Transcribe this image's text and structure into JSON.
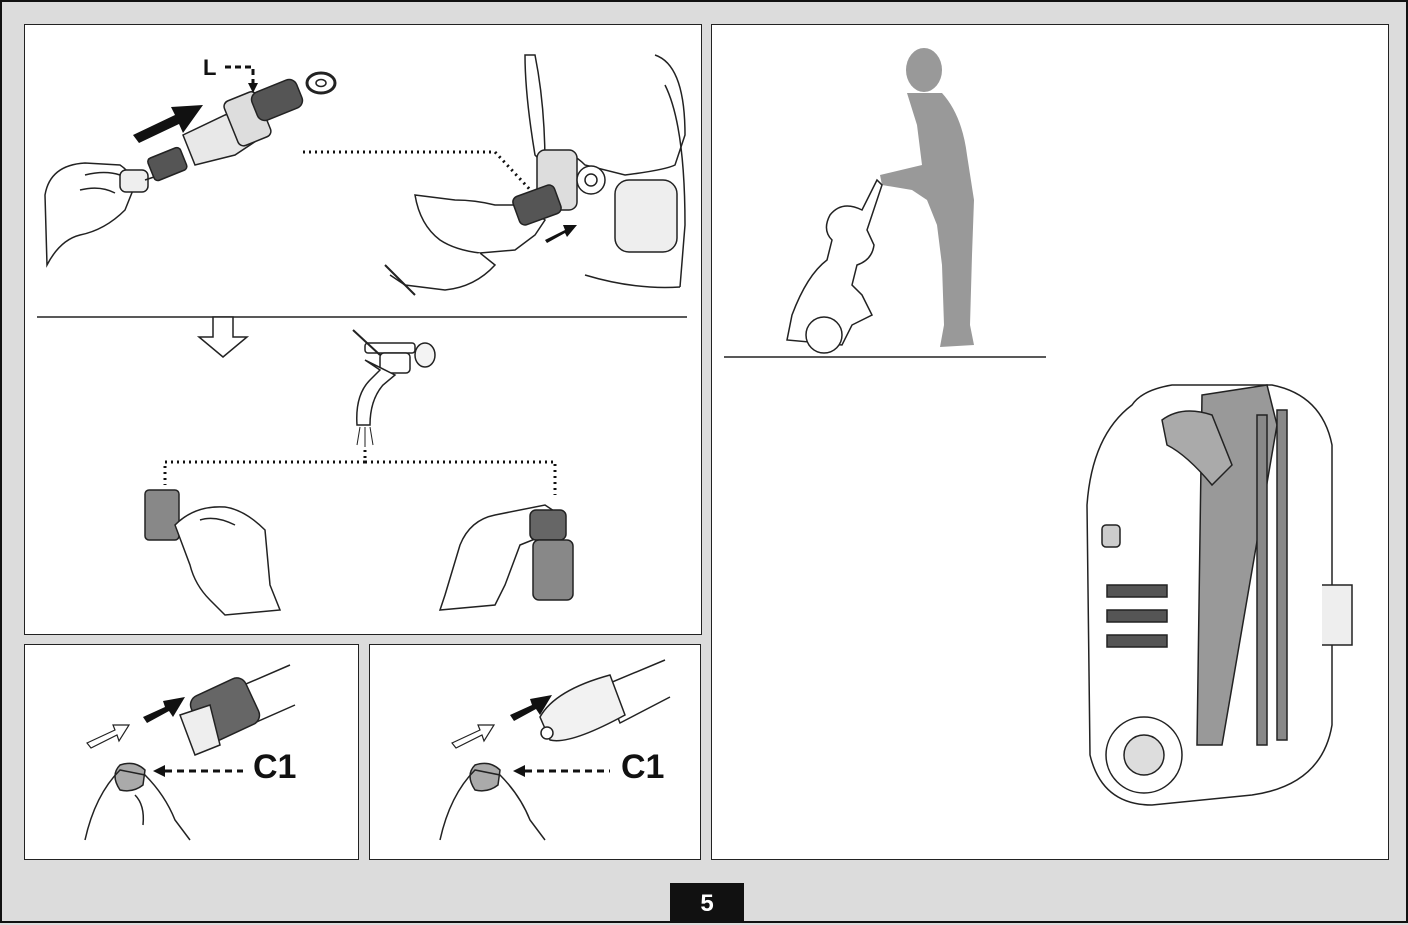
{
  "labels": {
    "filter_label": "L",
    "connector_label_left": "C1",
    "connector_label_right": "C1"
  },
  "page_number": "5",
  "illustrations": {
    "top_panel": [
      "hand-removing-filter",
      "washer-inlet",
      "down-arrow",
      "water-tap",
      "hand-rinsing-filter",
      "hand-rinsing-connector"
    ],
    "bottom_left_panel": [
      "hand-cleaning-lance-nozzle"
    ],
    "bottom_middle_panel": [
      "hand-cleaning-nozzle-tip"
    ],
    "right_panel": [
      "person-pulling-washer",
      "washer-with-accessories"
    ]
  }
}
